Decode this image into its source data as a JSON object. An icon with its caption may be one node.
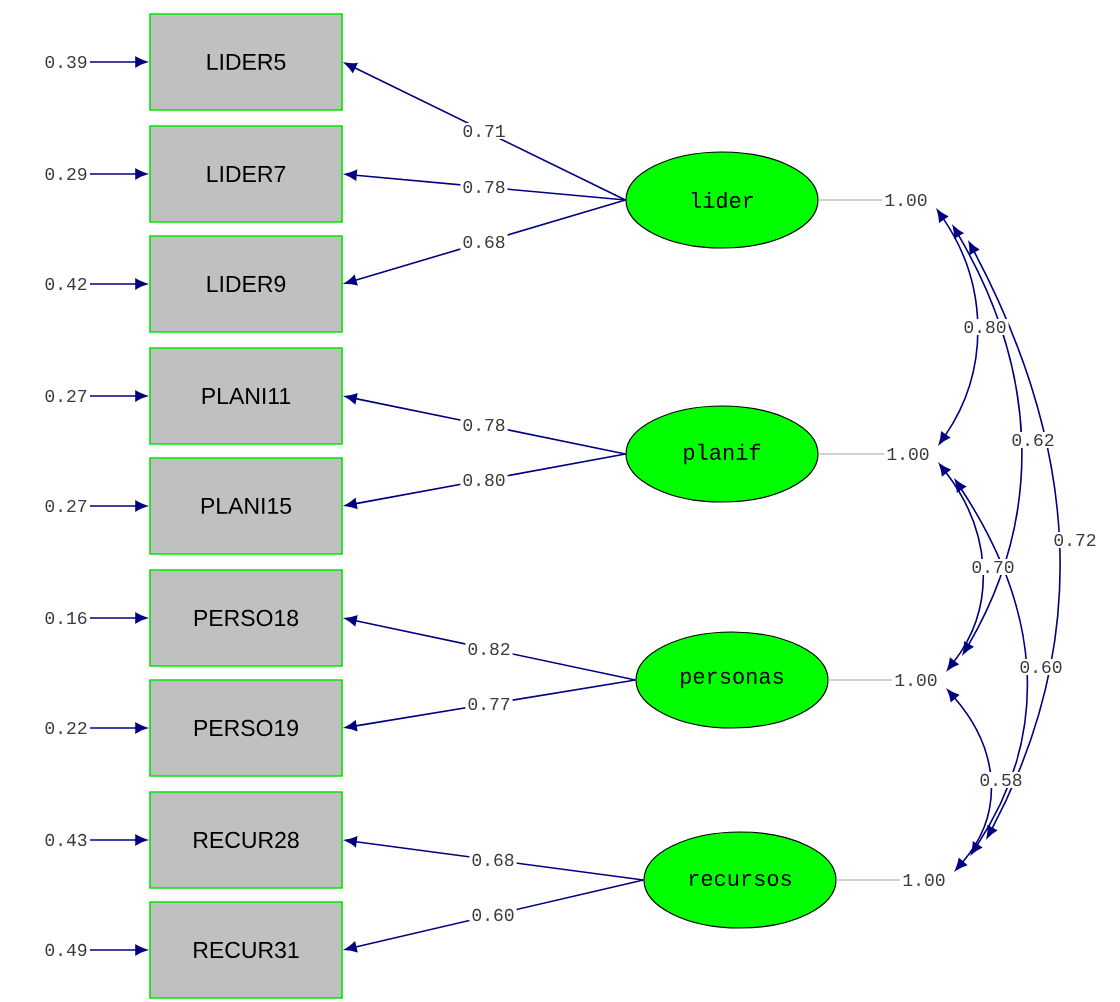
{
  "diagram": {
    "nodes": [
      {
        "text": [
          "0.39"
        ]
      },
      {
        "text": [
          "0.29"
        ]
      },
      {
        "text": [
          "0.42"
        ]
      },
      {
        "text": [
          "0.27"
        ]
      },
      {
        "text": [
          "0.27"
        ]
      },
      {
        "text": [
          "0.16"
        ]
      },
      {
        "text": [
          "0.22"
        ]
      },
      {
        "text": [
          "0.43"
        ]
      },
      {
        "text": [
          "0.49"
        ]
      },
      {
        "text": [
          "LIDER5"
        ]
      },
      {
        "text": [
          "LIDER7"
        ]
      },
      {
        "text": [
          "LIDER9"
        ]
      },
      {
        "text": [
          "PLANI11"
        ]
      },
      {
        "text": [
          "PLANI15"
        ]
      },
      {
        "text": [
          "PERSO18"
        ]
      },
      {
        "text": [
          "PERSO19"
        ]
      },
      {
        "text": [
          "RECUR28"
        ]
      },
      {
        "text": [
          "RECUR31"
        ]
      },
      {
        "text": [
          "lider"
        ]
      },
      {
        "text": [
          "planif"
        ]
      },
      {
        "text": [
          "personas"
        ]
      },
      {
        "text": [
          "recursos"
        ]
      },
      {
        "text": [
          "1.00"
        ]
      },
      {
        "text": [
          "1.00"
        ]
      },
      {
        "text": [
          "1.00"
        ]
      },
      {
        "text": [
          "1.00"
        ]
      }
    ],
    "edges": [
      {
        "from": 0,
        "to": 9,
        "arrow": "to"
      },
      {
        "from": 1,
        "to": 10,
        "arrow": "to"
      },
      {
        "from": 2,
        "to": 11,
        "arrow": "to"
      },
      {
        "from": 3,
        "to": 12,
        "arrow": "to"
      },
      {
        "from": 4,
        "to": 13,
        "arrow": "to"
      },
      {
        "from": 5,
        "to": 14,
        "arrow": "to"
      },
      {
        "from": 6,
        "to": 15,
        "arrow": "to"
      },
      {
        "from": 7,
        "to": 16,
        "arrow": "to"
      },
      {
        "from": 8,
        "to": 17,
        "arrow": "to"
      },
      {
        "from": 18,
        "to": 9,
        "arrow": "to",
        "label": "0.71"
      },
      {
        "from": 18,
        "to": 10,
        "arrow": "to",
        "label": "0.78"
      },
      {
        "from": 18,
        "to": 11,
        "arrow": "to",
        "label": "0.68"
      },
      {
        "from": 19,
        "to": 12,
        "arrow": "to",
        "label": "0.78"
      },
      {
        "from": 19,
        "to": 13,
        "arrow": "to",
        "label": "0.80"
      },
      {
        "from": 20,
        "to": 14,
        "arrow": "to",
        "label": "0.82"
      },
      {
        "from": 20,
        "to": 15,
        "arrow": "to",
        "label": "0.77"
      },
      {
        "from": 21,
        "to": 16,
        "arrow": "to",
        "label": "0.68"
      },
      {
        "from": 21,
        "to": 17,
        "arrow": "to",
        "label": "0.60"
      },
      {
        "from": 18,
        "to": 22,
        "arrow": "none",
        "color": "#c0c0c0"
      },
      {
        "from": 19,
        "to": 23,
        "arrow": "none",
        "color": "#c0c0c0"
      },
      {
        "from": 20,
        "to": 24,
        "arrow": "none",
        "color": "#c0c0c0"
      },
      {
        "from": 21,
        "to": 25,
        "arrow": "none",
        "color": "#c0c0c0"
      },
      {
        "from": 22,
        "to": 23,
        "arrow": "both",
        "label": "0.80"
      },
      {
        "from": 22,
        "to": 24,
        "arrow": "both",
        "label": "0.62"
      },
      {
        "from": 22,
        "to": 25,
        "arrow": "both",
        "label": "0.72"
      },
      {
        "from": 23,
        "to": 24,
        "arrow": "both",
        "label": "0.70"
      },
      {
        "from": 23,
        "to": 25,
        "arrow": "both",
        "label": "0.60"
      },
      {
        "from": 24,
        "to": 25,
        "arrow": "both",
        "label": "0.58"
      }
    ]
  }
}
